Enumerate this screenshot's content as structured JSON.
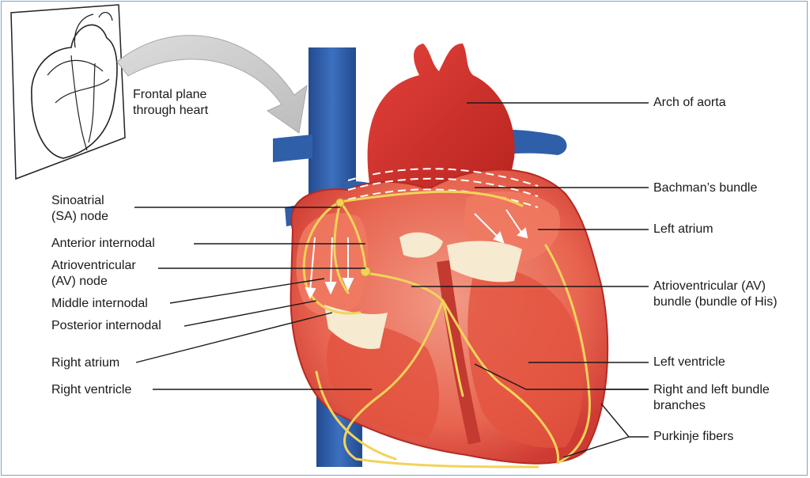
{
  "inset": {
    "caption": "Frontal plane\nthrough heart"
  },
  "labels_left": {
    "sa_node": "Sinoatrial\n(SA) node",
    "anterior_internodal": "Anterior internodal",
    "av_node": "Atrioventricular\n(AV) node",
    "middle_internodal": "Middle internodal",
    "posterior_internodal": "Posterior internodal",
    "right_atrium": "Right atrium",
    "right_ventricle": "Right ventricle"
  },
  "labels_right": {
    "arch_of_aorta": "Arch of aorta",
    "bachmans_bundle": "Bachman’s bundle",
    "left_atrium": "Left atrium",
    "av_bundle": "Atrioventricular (AV)\nbundle (bundle of His)",
    "left_ventricle": "Left ventricle",
    "bundle_branches": "Right and left bundle\nbranches",
    "purkinje_fibers": "Purkinje fibers"
  },
  "colors": {
    "heart_red": "#d8403a",
    "heart_light": "#ef8a72",
    "vessel_blue": "#2f5fa8",
    "conduction_yellow": "#f2d35a",
    "valve_cream": "#f6ead0",
    "frame_border": "#7ea2c6"
  }
}
